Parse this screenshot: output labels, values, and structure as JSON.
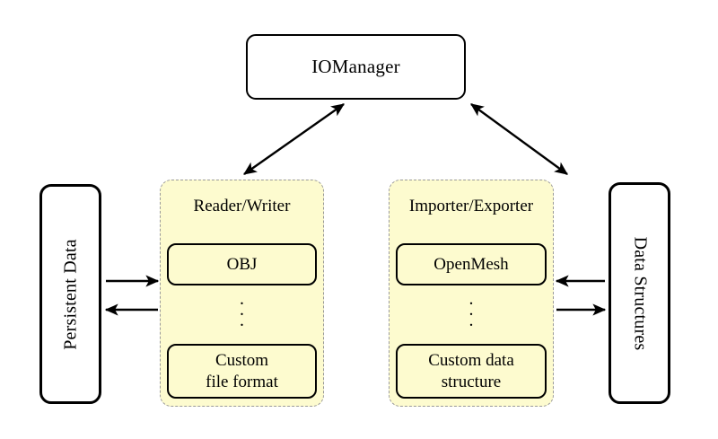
{
  "diagram": {
    "title_node": {
      "label": "IOManager"
    },
    "left_store": {
      "label": "Persistent Data",
      "rotation": "-90"
    },
    "right_store": {
      "label": "Data Structures",
      "rotation": "90"
    },
    "panels": [
      {
        "id": "reader-writer",
        "title": "Reader/Writer",
        "top_item": "OBJ",
        "ellipsis": "⋮",
        "bottom_item_line1": "Custom",
        "bottom_item_line2": "file format"
      },
      {
        "id": "importer-exporter",
        "title": "Importer/Exporter",
        "top_item": "OpenMesh",
        "ellipsis": "⋮",
        "bottom_item_line1": "Custom data",
        "bottom_item_line2": "structure"
      }
    ],
    "connections": [
      {
        "name": "iomanager-reader-writer",
        "style": "double-headed",
        "orientation": "diagonal"
      },
      {
        "name": "iomanager-importer-exporter",
        "style": "double-headed",
        "orientation": "diagonal"
      },
      {
        "name": "persistent-data-to-reader",
        "style": "single-headed",
        "direction": "right"
      },
      {
        "name": "reader-to-persistent-data",
        "style": "single-headed",
        "direction": "left"
      },
      {
        "name": "data-structures-to-importer",
        "style": "single-headed",
        "direction": "left"
      },
      {
        "name": "importer-to-data-structures",
        "style": "single-headed",
        "direction": "right"
      }
    ],
    "colors": {
      "panel_fill": "#fdfbcf",
      "panel_border": "#9a9a9a",
      "node_border": "#000000",
      "background": "#ffffff"
    }
  }
}
